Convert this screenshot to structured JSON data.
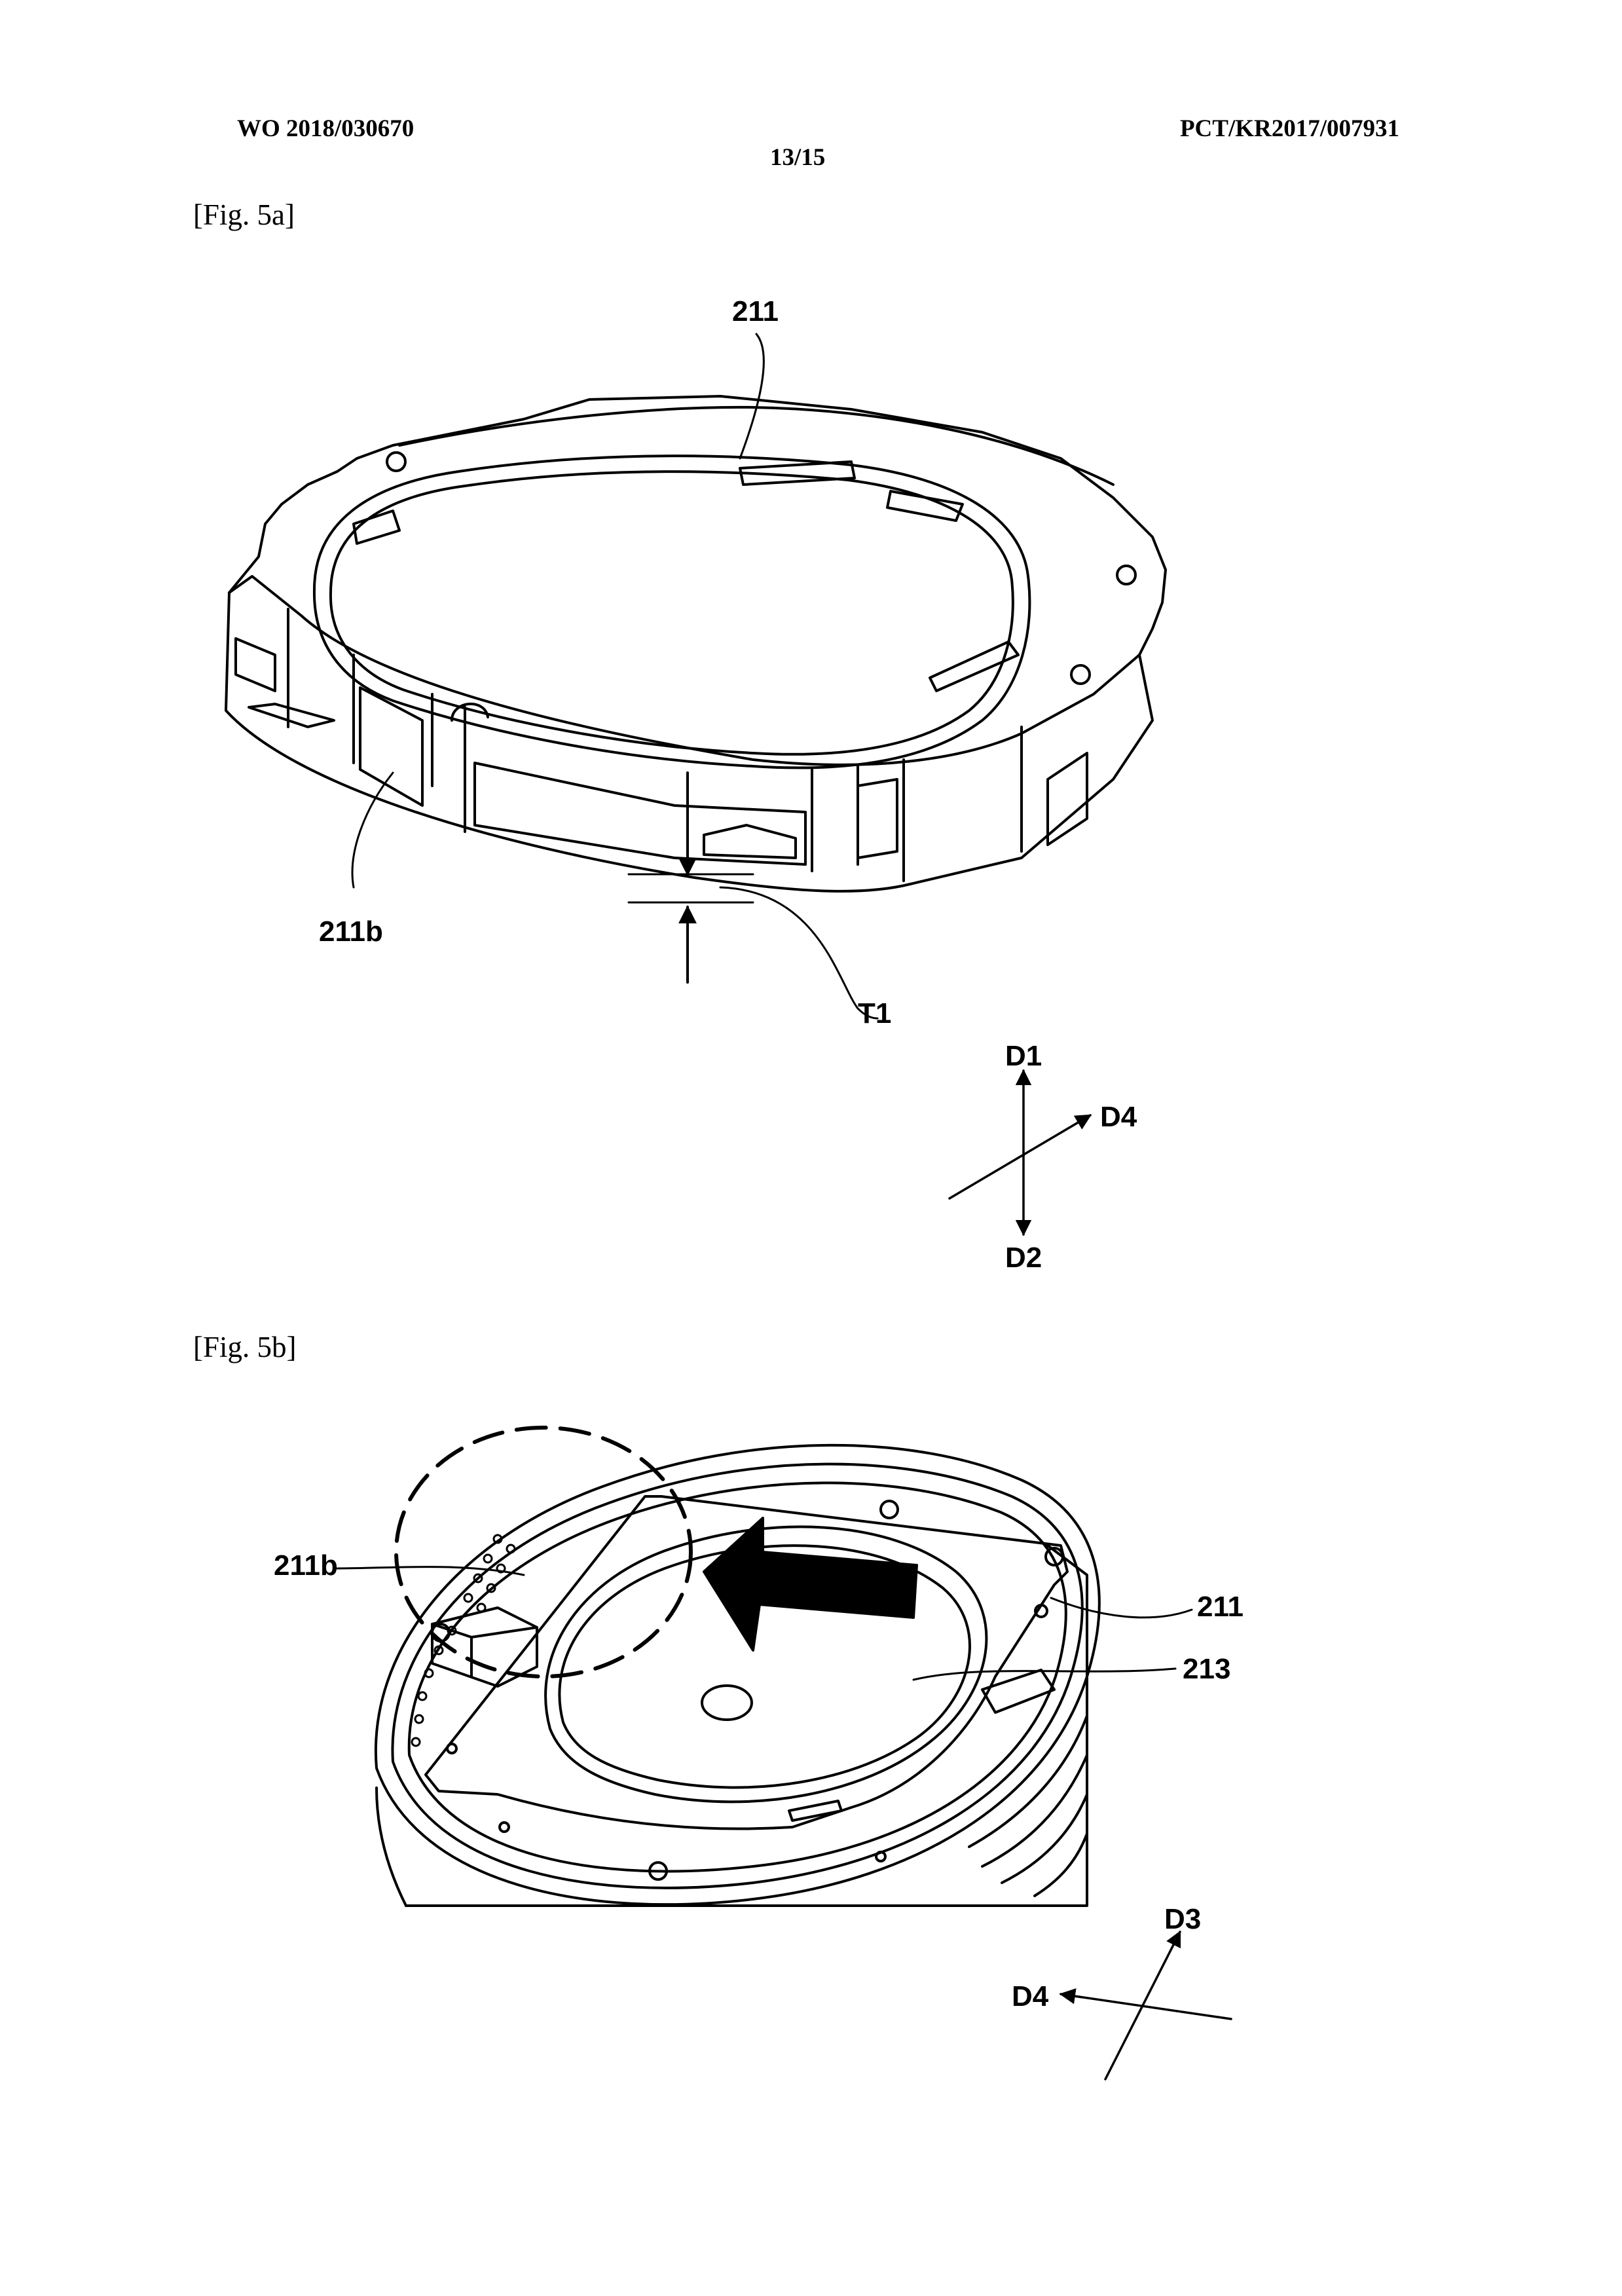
{
  "header": {
    "pub_number": "WO 2018/030670",
    "page_number": "13/15",
    "app_number": "PCT/KR2017/007931"
  },
  "fig5a": {
    "label": "[Fig. 5a]",
    "ref_211": "211",
    "ref_211b": "211b",
    "ref_T1": "T1",
    "axis_D1": "D1",
    "axis_D2": "D2",
    "axis_D4": "D4"
  },
  "fig5b": {
    "label": "[Fig. 5b]",
    "ref_211b": "211b",
    "ref_211": "211",
    "ref_213": "213",
    "axis_D3": "D3",
    "axis_D4": "D4"
  }
}
